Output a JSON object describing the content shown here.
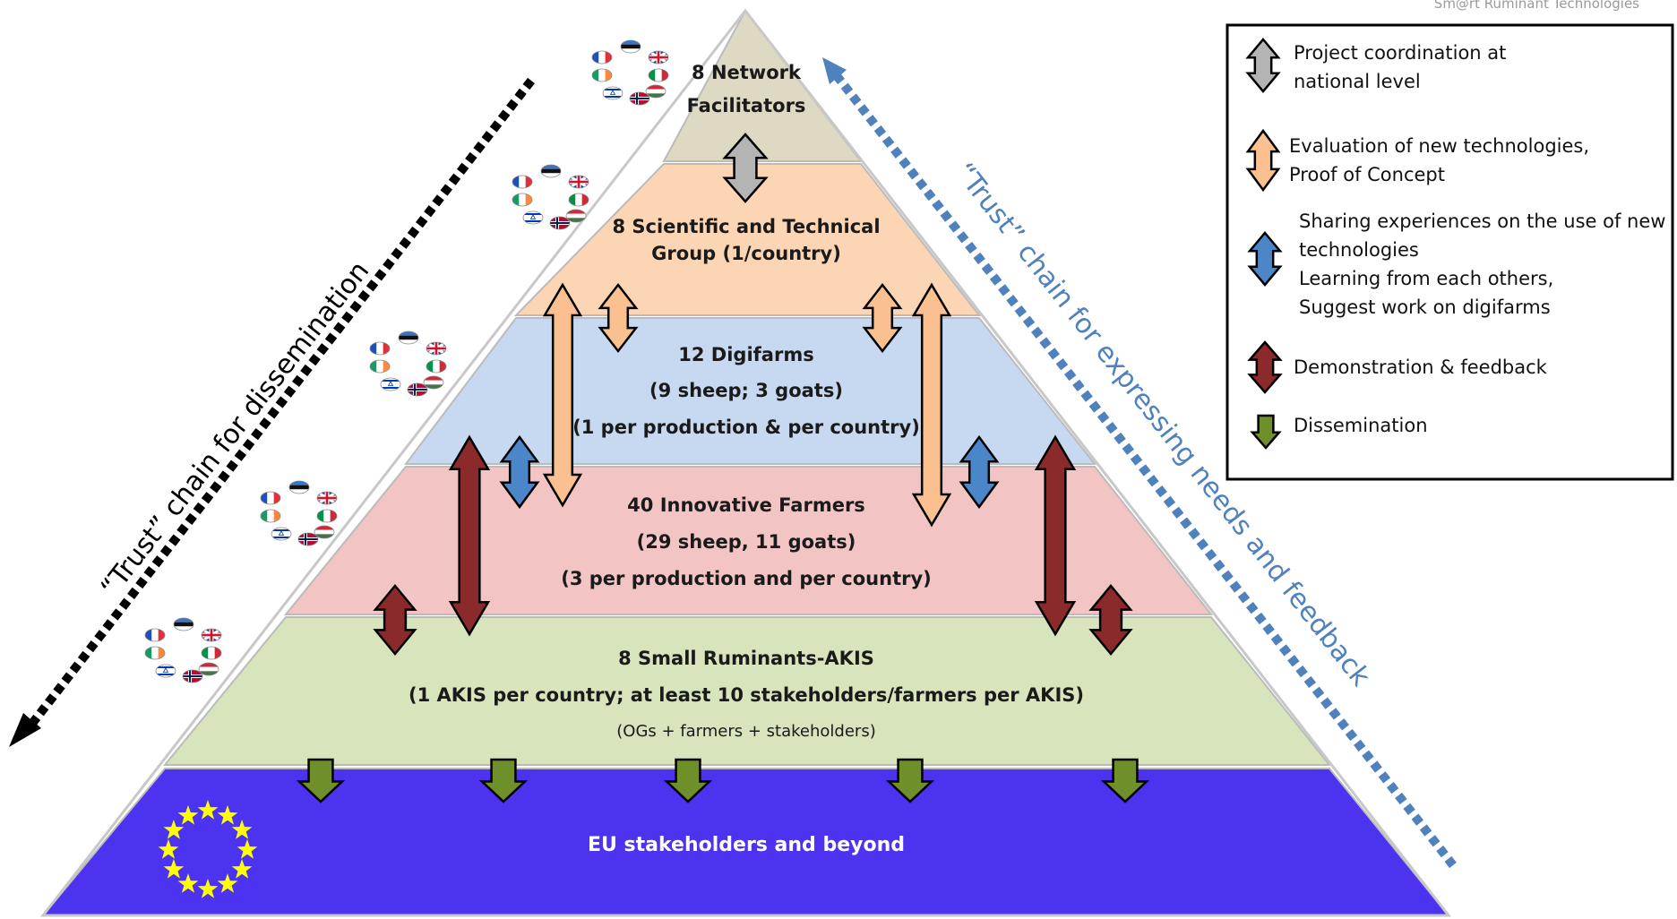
{
  "header_text": "Sm@rt Ruminant Technologies",
  "levels": {
    "network": {
      "line1": "8 Network",
      "line2": "Facilitators"
    },
    "scientific": {
      "line1": "8 Scientific and Technical",
      "line2": "Group (1/country)"
    },
    "digifarms": {
      "line1": "12 Digifarms",
      "line2": "(9 sheep; 3 goats)",
      "line3": "(1 per production & per country)"
    },
    "farmers": {
      "line1": "40 Innovative Farmers",
      "line2": "(29 sheep, 11 goats)",
      "line3": "(3 per production and per country)"
    },
    "akis": {
      "line1": "8 Small Ruminants-AKIS",
      "line2": "(1 AKIS per country; at least 10 stakeholders/farmers per AKIS)",
      "line3": "(OGs + farmers + stakeholders)"
    },
    "eu": {
      "line1": "EU stakeholders and beyond"
    }
  },
  "chains": {
    "dissemination": "“Trust” chain for dissemination",
    "feedback": "“Trust” chain for expressing needs and feedback"
  },
  "legend": {
    "coordination": {
      "line1": "Project coordination at",
      "line2": "national level"
    },
    "evaluation": {
      "line1": "Evaluation of new technologies,",
      "line2": "Proof of Concept"
    },
    "sharing": {
      "line1": "Sharing experiences on the use of new",
      "line2": "technologies",
      "line3": "Learning from each others,",
      "line4": "Suggest work on digifarms"
    },
    "demonstration": {
      "line1": "Demonstration & feedback"
    },
    "dissemination": {
      "line1": "Dissemination"
    }
  },
  "colors": {
    "network": "#ddd9c3",
    "scientific": "#fcd5b4",
    "digifarms": "#c6d9f0",
    "farmers": "#f2c4c4",
    "akis": "#d7e4bc",
    "eu": "#4b33ef",
    "coordination_arrow": "#b4b4b4",
    "evaluation_arrow": "#fac08f",
    "sharing_arrow": "#4a86c8",
    "demonstration_arrow": "#8b2a2a",
    "dissemination_arrow": "#6e8f2a",
    "dissemination_chain": "#000000",
    "feedback_chain": "#4f81bd",
    "eu_stars": "#ffff00"
  },
  "icons": [
    "flag-icon",
    "eu-stars-icon",
    "double-arrow-icon",
    "down-arrow-icon"
  ]
}
